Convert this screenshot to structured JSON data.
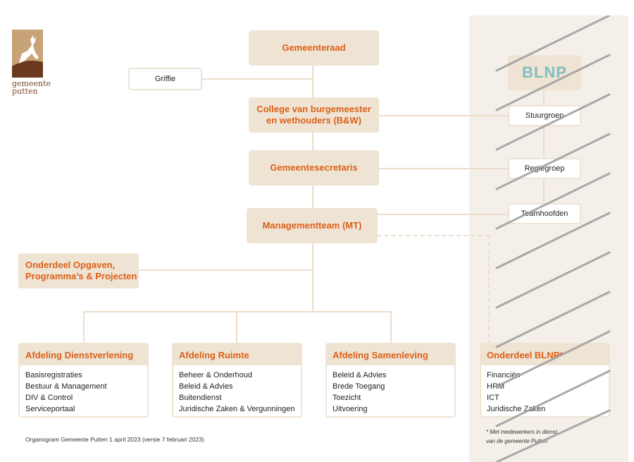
{
  "logo": {
    "line1": "gemeente",
    "line2": "putten"
  },
  "boxes": {
    "gemeenteraad": "Gemeenteraad",
    "griffie": "Griffie",
    "college_line1": "College van burgemeester",
    "college_line2": "en wethouders (B&W)",
    "secretaris": "Gemeentesecretaris",
    "mt": "Managementteam (MT)",
    "onderdeel_line1": "Onderdeel Opgaven,",
    "onderdeel_line2": "Programma’s & Projecten"
  },
  "blnp": {
    "logo_text": "BLNP",
    "stuurgroep": "Stuurgroep",
    "regiegroep": "Regiegroep",
    "teamhoofden": "Teamhoofden"
  },
  "departments": [
    {
      "title": "Afdeling Dienstverlening",
      "items": [
        "Basisregistraties",
        "Bestuur & Management",
        "DIV & Control",
        "Serviceportaal"
      ]
    },
    {
      "title": "Afdeling Ruimte",
      "items": [
        "Beheer & Onderhoud",
        "Beleid & Advies",
        "Buitendienst",
        "Juridische Zaken & Vergunningen"
      ]
    },
    {
      "title": "Afdeling Samenleving",
      "items": [
        "Beleid & Advies",
        "Brede Toegang",
        "Toezicht",
        "Uitvoering"
      ]
    },
    {
      "title": "Onderdeel BLNP*",
      "items": [
        "Financiën",
        "HRM",
        "ICT",
        "Juridische Zaken"
      ]
    }
  ],
  "note": {
    "line1": "* Met medewerkers in dienst",
    "line2": "van de gemeente Putten"
  },
  "footer": "Organogram Gemeente Putten 1 april 2023 (versie 7 februari 2023)",
  "colors": {
    "accent": "#dd5f16",
    "beige": "#efe4d4",
    "panel": "#f4f0e9",
    "logo_brown": "#7b4a2c"
  }
}
